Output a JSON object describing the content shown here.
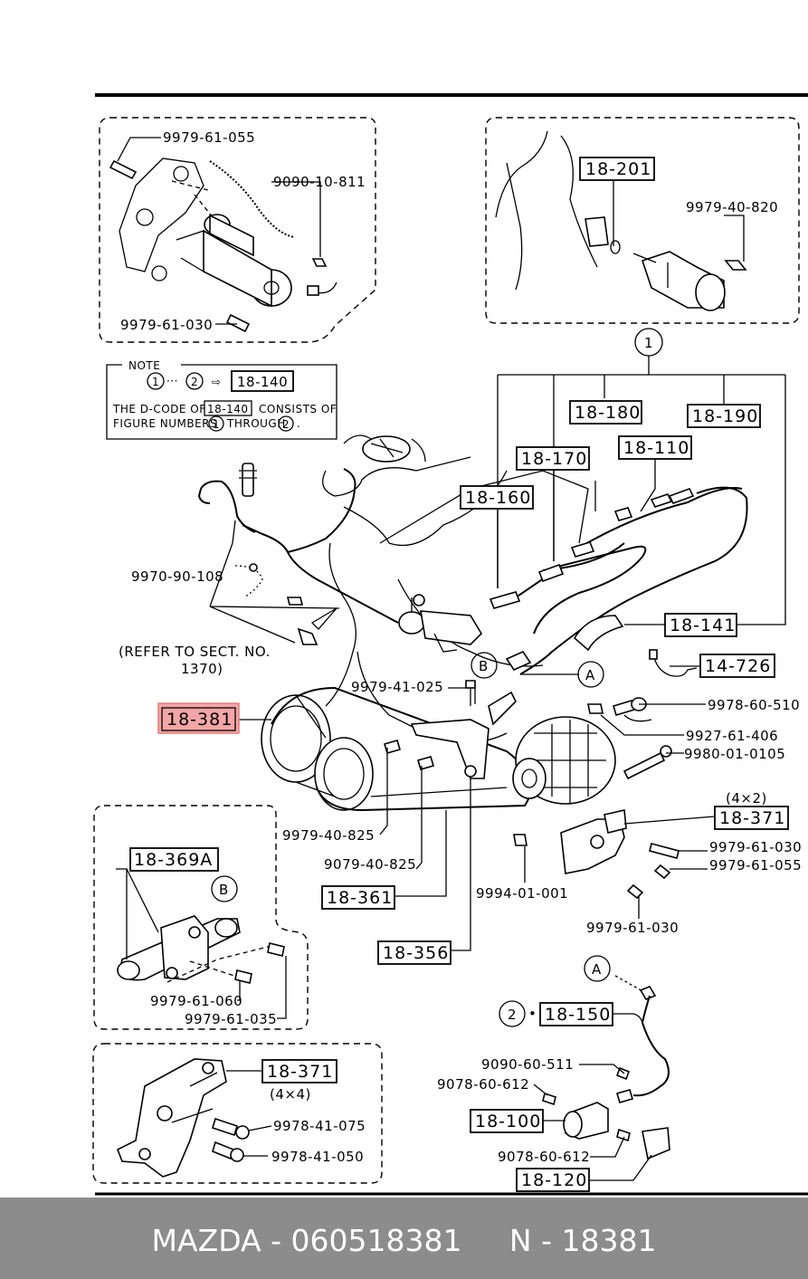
{
  "highlight_color": "#f4a6a6",
  "footer": {
    "text": "MAZDA - 060518381     N - 18381",
    "background": "#8c8c8c"
  },
  "note": {
    "title": "NOTE",
    "ref_from": "1",
    "ref_to": "2",
    "ref_code": "18-140",
    "line1_a": "THE D-CODE OF",
    "line1_code": "18-140",
    "line1_b": "CONSISTS OF",
    "line2_a": "FIGURE NUMBERS",
    "line2_n1": "1",
    "line2_mid": "THROUGH",
    "line2_n2": "2",
    "line2_end": "."
  },
  "refer": {
    "line1": "(REFER TO SECT. NO.",
    "line2": "1370)"
  },
  "circle_marks": {
    "c1": "1",
    "c2": "2",
    "A1": "A",
    "A2": "A",
    "B1": "B",
    "B2": "B"
  },
  "drive": {
    "label": "(4×2)"
  },
  "four_wd": {
    "label": "(4×4)"
  },
  "codes": {
    "c18_201": "18-201",
    "c18_180": "18-180",
    "c18_190": "18-190",
    "c18_110": "18-110",
    "c18_170": "18-170",
    "c18_160": "18-160",
    "c18_141": "18-141",
    "c14_726": "14-726",
    "c18_381": "18-381",
    "c18_371a": "18-371",
    "c18_369A": "18-369A",
    "c18_361": "18-361",
    "c18_356": "18-356",
    "c18_150": "18-150",
    "c18_371b": "18-371",
    "c18_100": "18-100",
    "c18_120": "18-120"
  },
  "parts": {
    "p9979_61_055_top": "9979-61-055",
    "p9090_10_811": "9090-10-811",
    "p9979_61_030_top": "9979-61-030",
    "p9979_40_820": "9979-40-820",
    "p9970_90_108": "9970-90-108",
    "p9979_41_025": "9979-41-025",
    "p9978_60_510": "9978-60-510",
    "p9927_61_406": "9927-61-406",
    "p9980_01_0105": "9980-01-0105",
    "p9979_40_825": "9979-40-825",
    "p9079_40_825": "9079-40-825",
    "p9979_61_030_r1": "9979-61-030",
    "p9979_61_055_r": "9979-61-055",
    "p9994_01_001": "9994-01-001",
    "p9979_61_030_r2": "9979-61-030",
    "p9979_61_060": "9979-61-060",
    "p9979_61_035": "9979-61-035",
    "p9090_60_511": "9090-60-511",
    "p9078_60_612_a": "9078-60-612",
    "p9978_41_075": "9978-41-075",
    "p9978_41_050": "9978-41-050",
    "p9078_60_612_b": "9078-60-612"
  }
}
